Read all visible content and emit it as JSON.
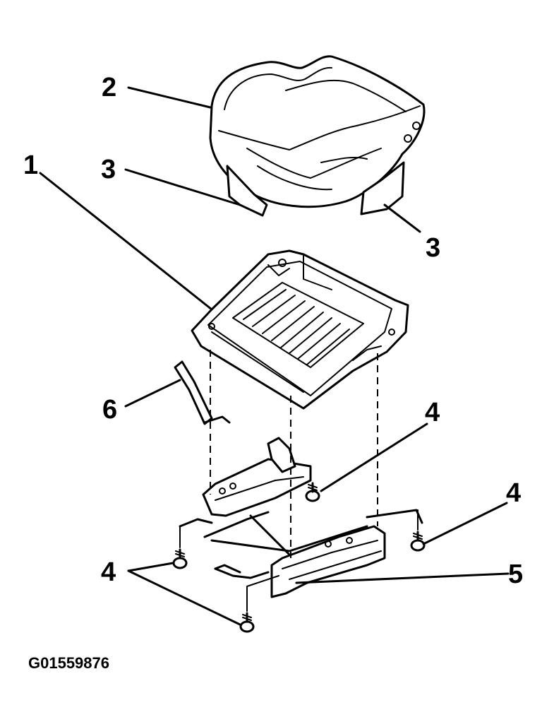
{
  "callouts": {
    "c1": "1",
    "c2": "2",
    "c3a": "3",
    "c3b": "3",
    "c4a": "4",
    "c4b": "4",
    "c4c": "4",
    "c5": "5",
    "c6": "6"
  },
  "figure_id": "G01559876"
}
